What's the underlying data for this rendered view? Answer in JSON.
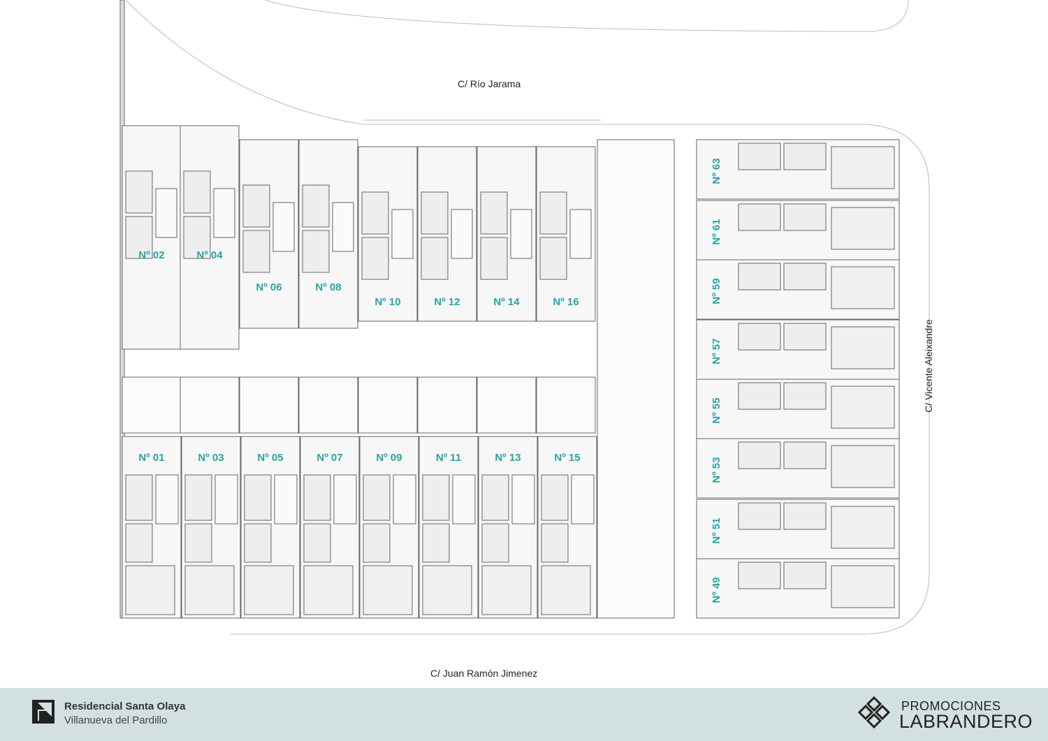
{
  "streets": {
    "north": "C/ Río Jarama",
    "south": "C/ Juan Ramón Jimenez",
    "east": "C/ Vicente Aleixandre"
  },
  "units_north": [
    "Nº 02",
    "Nº 04",
    "Nº 06",
    "Nº 08",
    "Nº 10",
    "Nº 12",
    "Nº 14",
    "Nº 16"
  ],
  "units_south": [
    "Nº 01",
    "Nº 03",
    "Nº 05",
    "Nº 07",
    "Nº 09",
    "Nº 11",
    "Nº 13",
    "Nº 15"
  ],
  "units_east": [
    "Nº 63",
    "Nº 61",
    "Nº 59",
    "Nº 57",
    "Nº 55",
    "Nº 53",
    "Nº 51",
    "Nº 49"
  ],
  "footer": {
    "project": "Residencial Santa Olaya",
    "location": "Villanueva del Pardillo",
    "brand_line1": "PROMOCIONES",
    "brand_line2": "LABRANDERO"
  },
  "colors": {
    "label": "#2aa3a3",
    "footer_bg": "#d3e0e0"
  }
}
